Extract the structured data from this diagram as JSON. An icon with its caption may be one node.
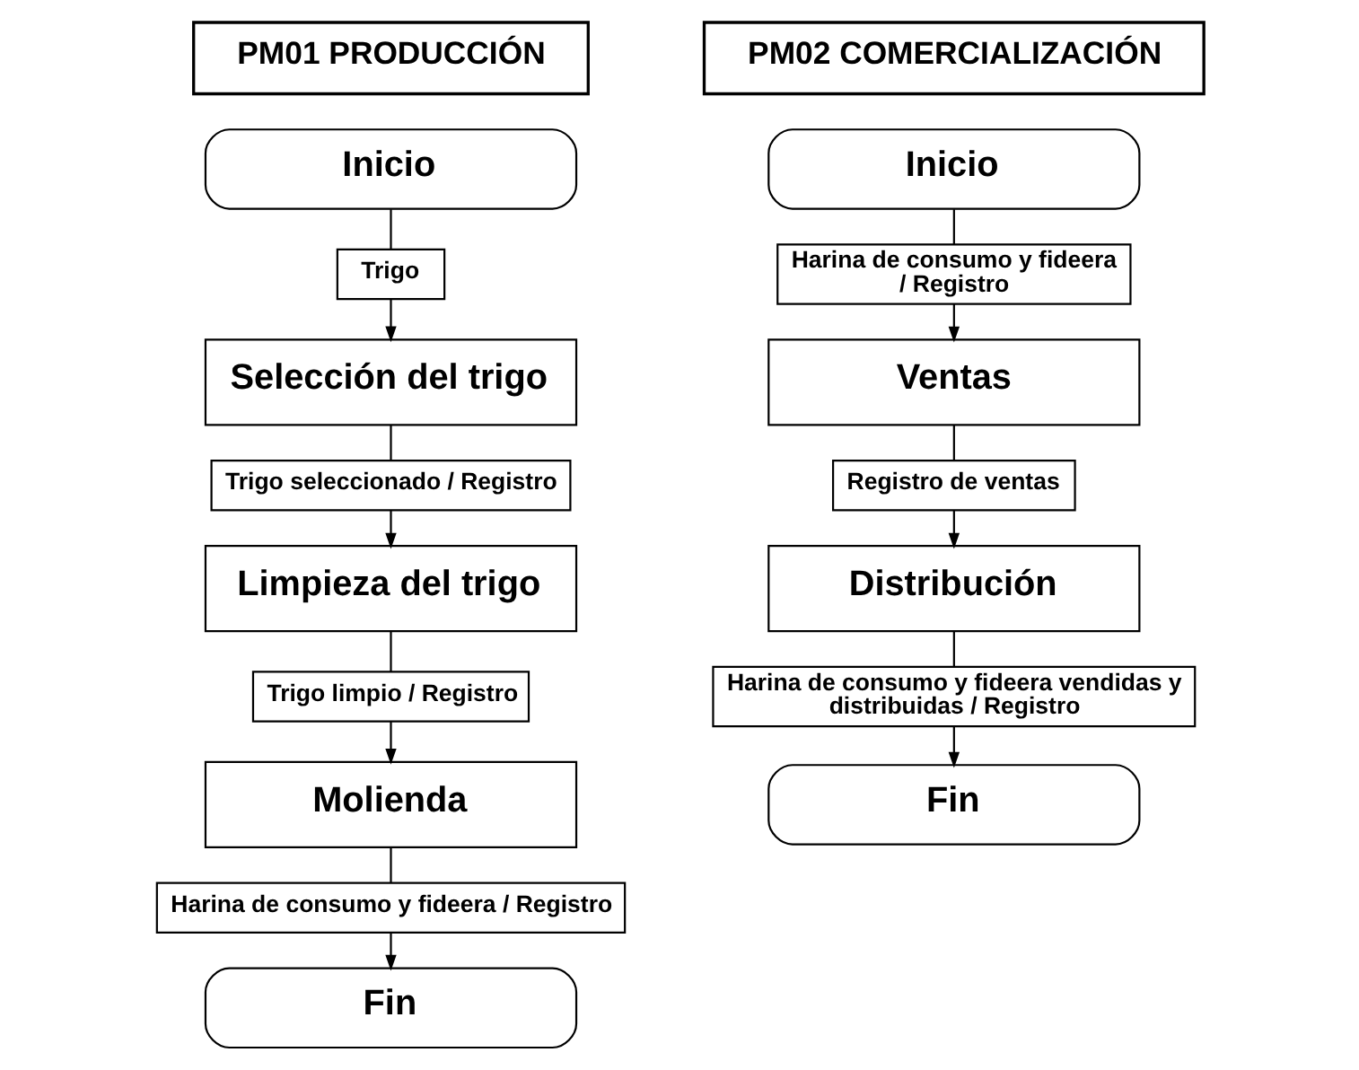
{
  "diagram": {
    "nodes": [
      {
        "text": [
          "PM01 PRODUCCIÓN"
        ]
      },
      {
        "text": [
          "Inicio"
        ]
      },
      {
        "text": [
          "Trigo"
        ]
      },
      {
        "text": [
          "Selección del trigo"
        ]
      },
      {
        "text": [
          "Trigo seleccionado / Registro"
        ]
      },
      {
        "text": [
          "Limpieza del trigo"
        ]
      },
      {
        "text": [
          "Trigo limpio / Registro"
        ]
      },
      {
        "text": [
          "Molienda"
        ]
      },
      {
        "text": [
          "Harina de consumo y fideera / Registro"
        ]
      },
      {
        "text": [
          "Fin"
        ]
      },
      {
        "text": [
          "PM02 COMERCIALIZACIÓN"
        ]
      },
      {
        "text": [
          "Inicio"
        ]
      },
      {
        "text": [
          "Harina de consumo y fideera / Registro"
        ]
      },
      {
        "text": [
          "Ventas"
        ]
      },
      {
        "text": [
          "Registro de ventas"
        ]
      },
      {
        "text": [
          "Distribución"
        ]
      },
      {
        "text": [
          "Harina de consumo y fideera vendidas y distribuidas / Registro"
        ]
      },
      {
        "text": [
          "Fin"
        ]
      }
    ],
    "edges": [
      {
        "from": 1,
        "to": 2,
        "arrow": "none"
      },
      {
        "from": 2,
        "to": 3,
        "arrow": "to"
      },
      {
        "from": 3,
        "to": 4,
        "arrow": "none"
      },
      {
        "from": 4,
        "to": 5,
        "arrow": "to"
      },
      {
        "from": 5,
        "to": 6,
        "arrow": "none"
      },
      {
        "from": 6,
        "to": 7,
        "arrow": "to"
      },
      {
        "from": 7,
        "to": 8,
        "arrow": "none"
      },
      {
        "from": 8,
        "to": 9,
        "arrow": "to"
      },
      {
        "from": 11,
        "to": 12,
        "arrow": "none"
      },
      {
        "from": 12,
        "to": 13,
        "arrow": "to"
      },
      {
        "from": 13,
        "to": 14,
        "arrow": "none"
      },
      {
        "from": 14,
        "to": 15,
        "arrow": "to"
      },
      {
        "from": 15,
        "to": 16,
        "arrow": "none"
      },
      {
        "from": 16,
        "to": 17,
        "arrow": "to"
      }
    ]
  }
}
